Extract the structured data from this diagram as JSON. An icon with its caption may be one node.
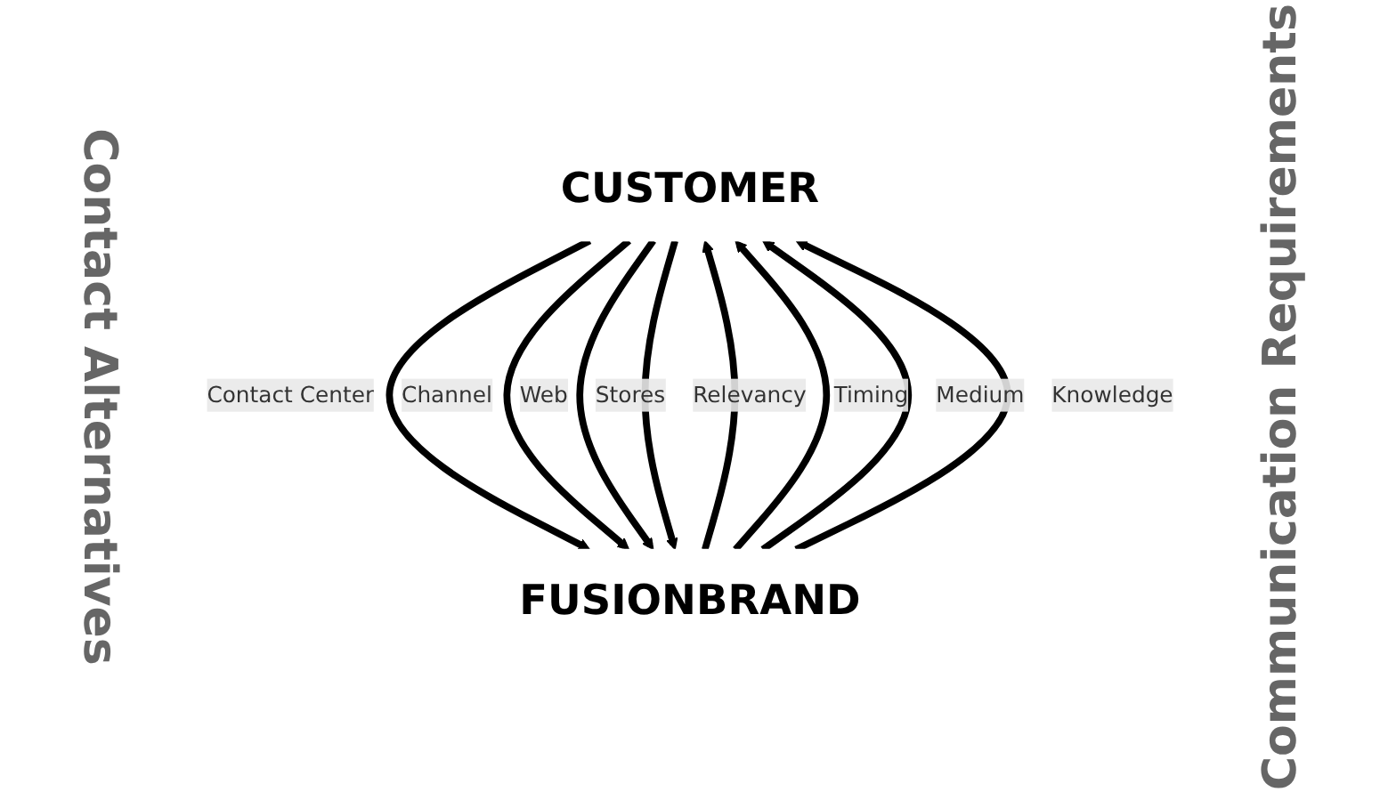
{
  "diagram": {
    "nodes": [
      {
        "text": [
          "CUSTOMER"
        ]
      },
      {
        "text": [
          "FUSIONBRAND"
        ]
      }
    ],
    "edges": [
      {
        "from": 0,
        "to": 1,
        "arrow": "to",
        "label": "Contact Center"
      },
      {
        "from": 0,
        "to": 1,
        "arrow": "to",
        "label": "Channel"
      },
      {
        "from": 0,
        "to": 1,
        "arrow": "to",
        "label": "Web"
      },
      {
        "from": 0,
        "to": 1,
        "arrow": "to",
        "label": "Stores"
      },
      {
        "from": 1,
        "to": 0,
        "arrow": "to",
        "label": "Relevancy"
      },
      {
        "from": 1,
        "to": 0,
        "arrow": "to",
        "label": "Timing"
      },
      {
        "from": 1,
        "to": 0,
        "arrow": "to",
        "label": "Medium"
      },
      {
        "from": 1,
        "to": 0,
        "arrow": "to",
        "label": "Knowledge"
      }
    ],
    "labels": [
      "Contact Alternatives",
      "Communication Requirements"
    ]
  }
}
